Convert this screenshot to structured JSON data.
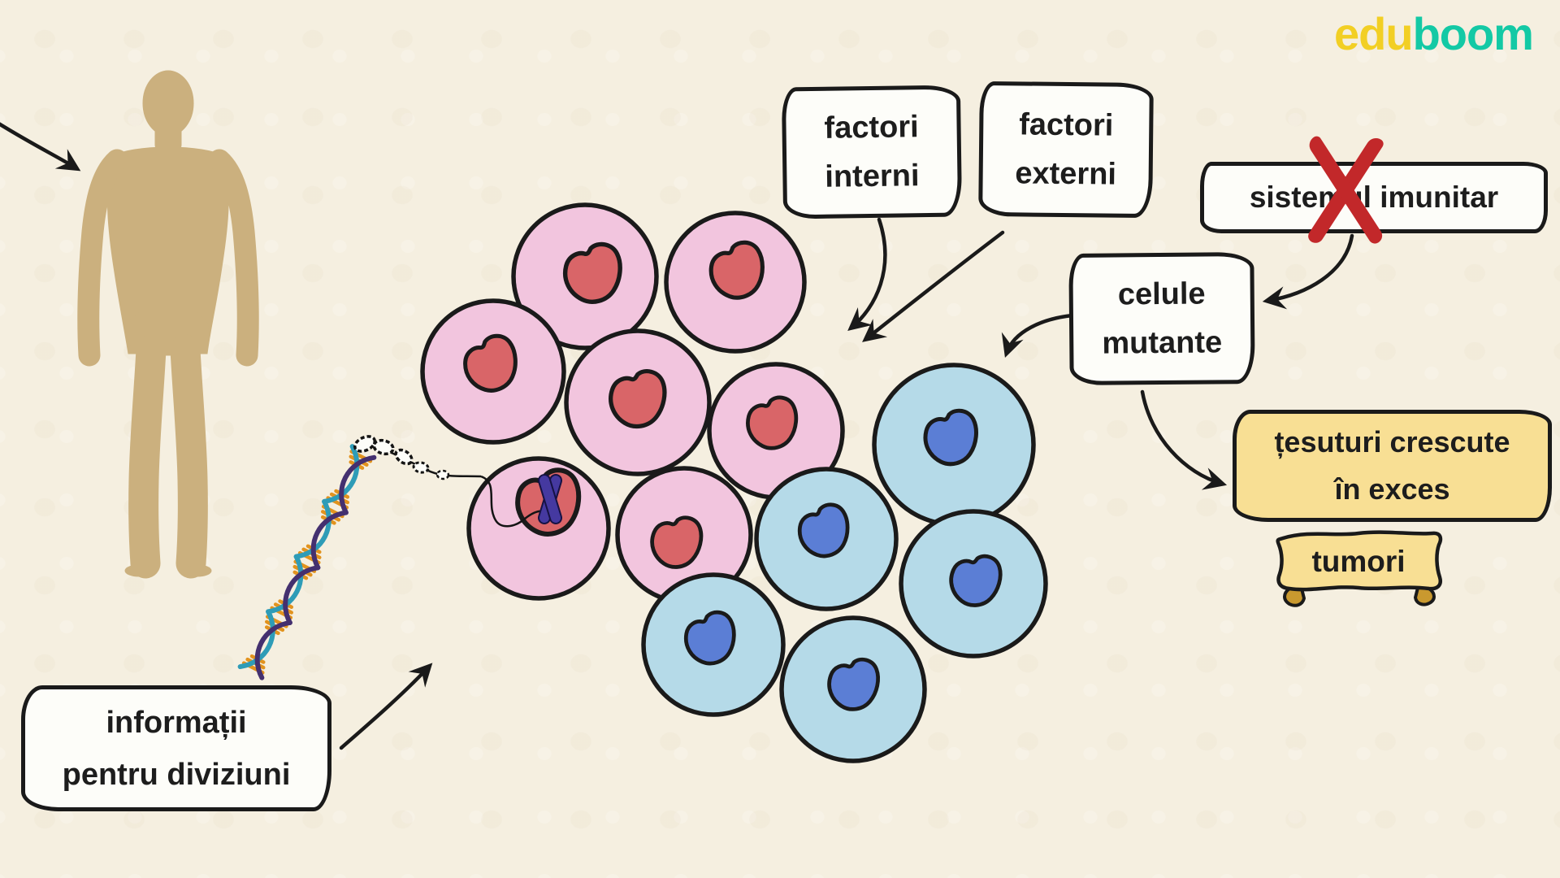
{
  "logo": {
    "text_left": "edu",
    "text_right": "boom",
    "color_left": "#f2cf24",
    "color_right": "#13c9a5"
  },
  "boxes": {
    "factori_interni": {
      "line1": "factori",
      "line2": "interni"
    },
    "factori_externi": {
      "line1": "factori",
      "line2": "externi"
    },
    "sistemul_imunitar": {
      "text": "sistemul imunitar"
    },
    "celule_mutante": {
      "line1": "celule",
      "line2": "mutante"
    },
    "tesuturi_crescute": {
      "line1": "țesuturi crescute",
      "line2": "în exces"
    },
    "tumori": {
      "text": "tumori"
    },
    "informatii": {
      "line1": "informații",
      "line2": "pentru diviziuni"
    }
  },
  "diagram": {
    "normal_cell_count": 7,
    "mutant_cell_count": 5
  },
  "colors": {
    "box_fill": "#fdfdf9",
    "outline": "#1a1a1a",
    "normal_cell": "#f2c5de",
    "normal_nucleus": "#d96568",
    "mutant_cell": "#b5dae8",
    "mutant_nucleus": "#5b7ed5",
    "silhouette": "#cbb07e",
    "highlight_box": "#f8df94",
    "banner_fold": "#c9992f",
    "crossout": "#c2282a",
    "chromosome": "#4539a0",
    "dna_strand1": "#2e9cb7",
    "dna_strand2": "#44306f",
    "dna_rung": "#e2931e"
  }
}
